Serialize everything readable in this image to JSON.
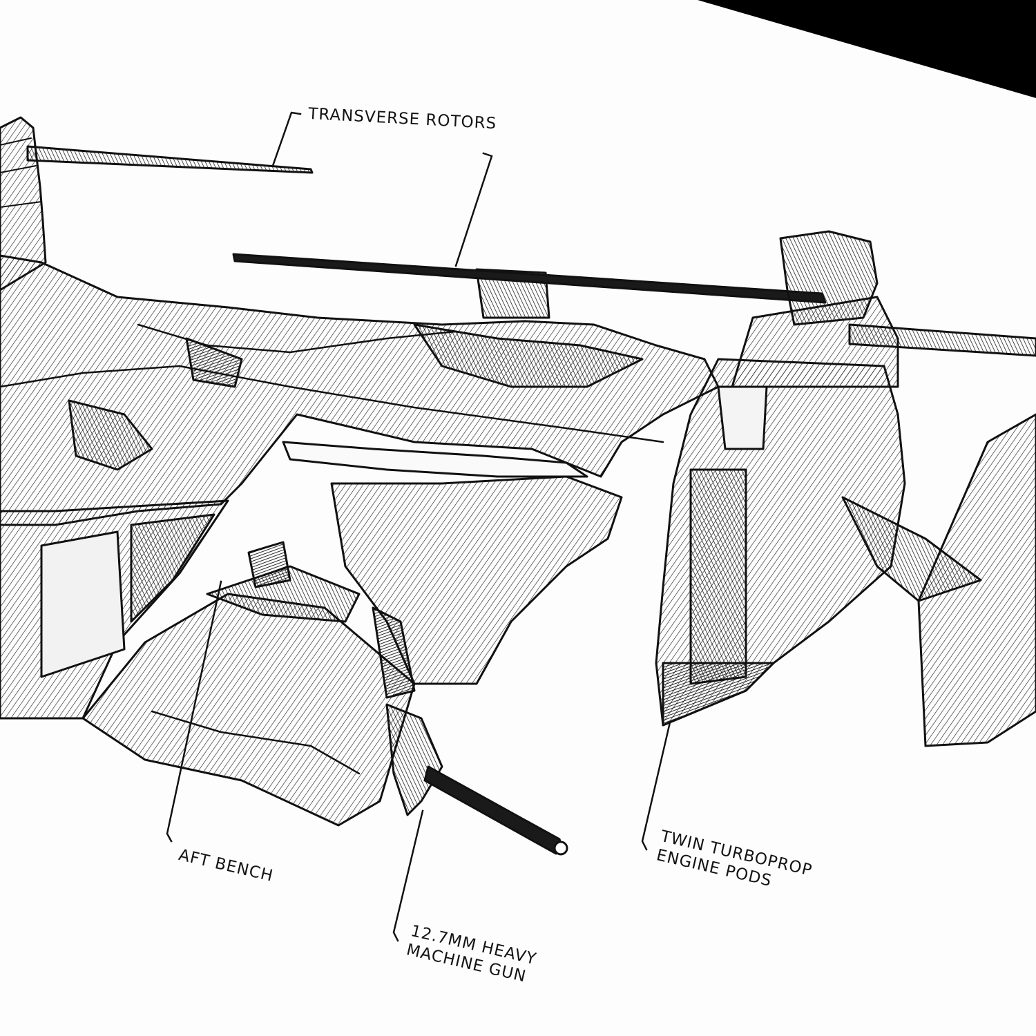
{
  "colors": {
    "paper": "#fdfdfd",
    "ink": "#141414",
    "edge": "#000000"
  },
  "callouts": {
    "rotors": {
      "lines": [
        "TRANSVERSE ROTORS"
      ]
    },
    "bench": {
      "lines": [
        "AFT BENCH"
      ]
    },
    "gun": {
      "lines": [
        "12.7MM HEAVY",
        "MACHINE GUN"
      ]
    },
    "engines": {
      "lines": [
        "TWIN TURBOPROP",
        "ENGINE PODS"
      ]
    }
  }
}
